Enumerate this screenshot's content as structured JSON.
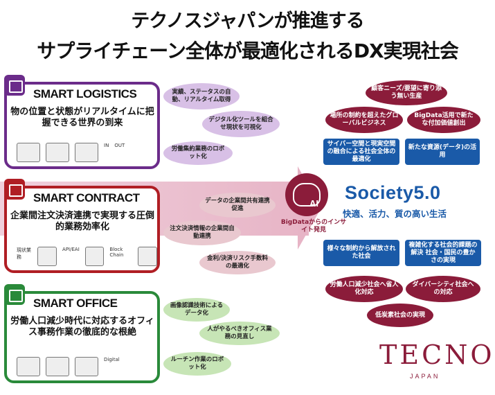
{
  "title": {
    "line1": "テクノスジャパンが推進する",
    "line2": "サプライチェーン全体が最適化されるDX実現社会"
  },
  "logistics": {
    "heading": "SMART LOGISTICS",
    "subtitle": "物の位置と状態がリアルタイムに把握できる世界の到来",
    "icon_labels": [
      "IN",
      "OUT"
    ],
    "bubbles": [
      "実績、ステータスの自動、リアルタイム取得",
      "デジタル化ツールを組合せ現状を可視化",
      "労働集約業務のロボット化"
    ]
  },
  "contract": {
    "heading": "SMART CONTRACT",
    "subtitle": "企業間注文決済連携で実現する圧倒的業務効率化",
    "icon_labels": [
      "現状業務",
      "API/EAI",
      "Block Chain"
    ],
    "bubbles": [
      "データの企業間共有連携促進",
      "注文決済情報の企業間自動連携",
      "金利/決済リスク手数料の最適化"
    ]
  },
  "office": {
    "heading": "SMART OFFICE",
    "subtitle": "労働人口減少時代に対応するオフィス事務作業の徹底的な根絶",
    "icon_labels": [
      "Digital"
    ],
    "bubbles": [
      "画像認識技術によるデータ化",
      "人がやるべきオフィス業務の見直し",
      "ルーチン作業のロボット化"
    ]
  },
  "ai": {
    "label": "AI",
    "insight": "BigDataからのインサイト発見"
  },
  "society": {
    "name": "Society5.0",
    "tagline": "快適、活力、質の高い生活",
    "maroon_items": [
      "顧客ニーズ/要望に寄り添う無い生産",
      "場所の制約を超えたグローバルビジネス",
      "BigData活用で新たな付加価値創出",
      "労働人口減少社会へ省人化対応",
      "ダイバーシティ社会への対応",
      "低炭素社会の実現"
    ],
    "blue_items": [
      "サイバー空間と現実空間の融合による社会全体の最適化",
      "新たな資源(データ)の活用",
      "様々な制約から解放された社会",
      "複雑化する社会的課題の解決 社会・国民の豊かさの実現"
    ]
  },
  "logo": {
    "mark": "TECNOS",
    "sub": "JAPAN"
  },
  "colors": {
    "logistics": "#6b2c8a",
    "contract": "#b01e24",
    "office": "#2a8a3a",
    "maroon": "#8b1c3a",
    "blue": "#1a5aa8"
  }
}
